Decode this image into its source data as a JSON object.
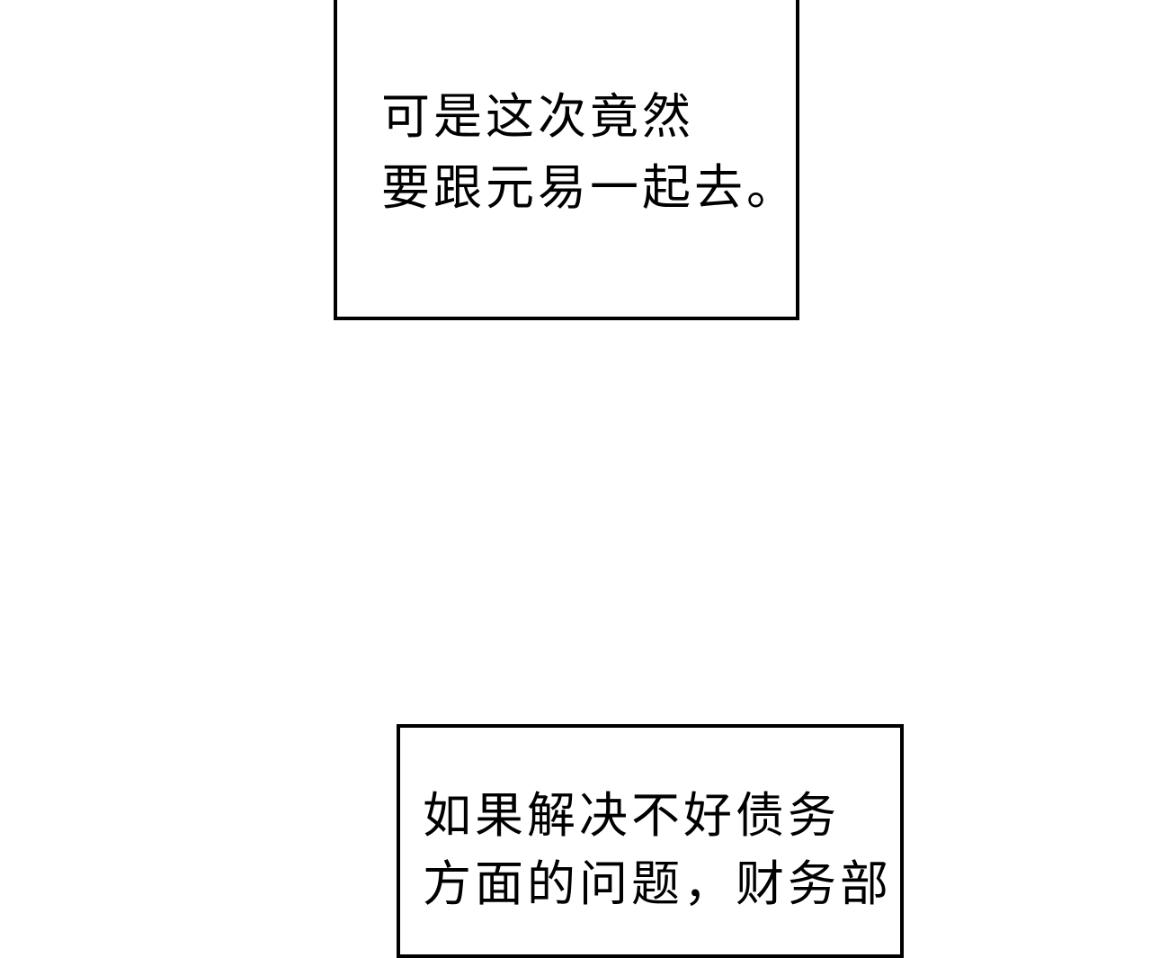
{
  "caption_1": {
    "lines": [
      "可是这次竟然",
      "要跟元易一起去。"
    ]
  },
  "caption_2": {
    "lines": [
      "如果解决不好债务",
      "方面的问题，财务部"
    ]
  }
}
